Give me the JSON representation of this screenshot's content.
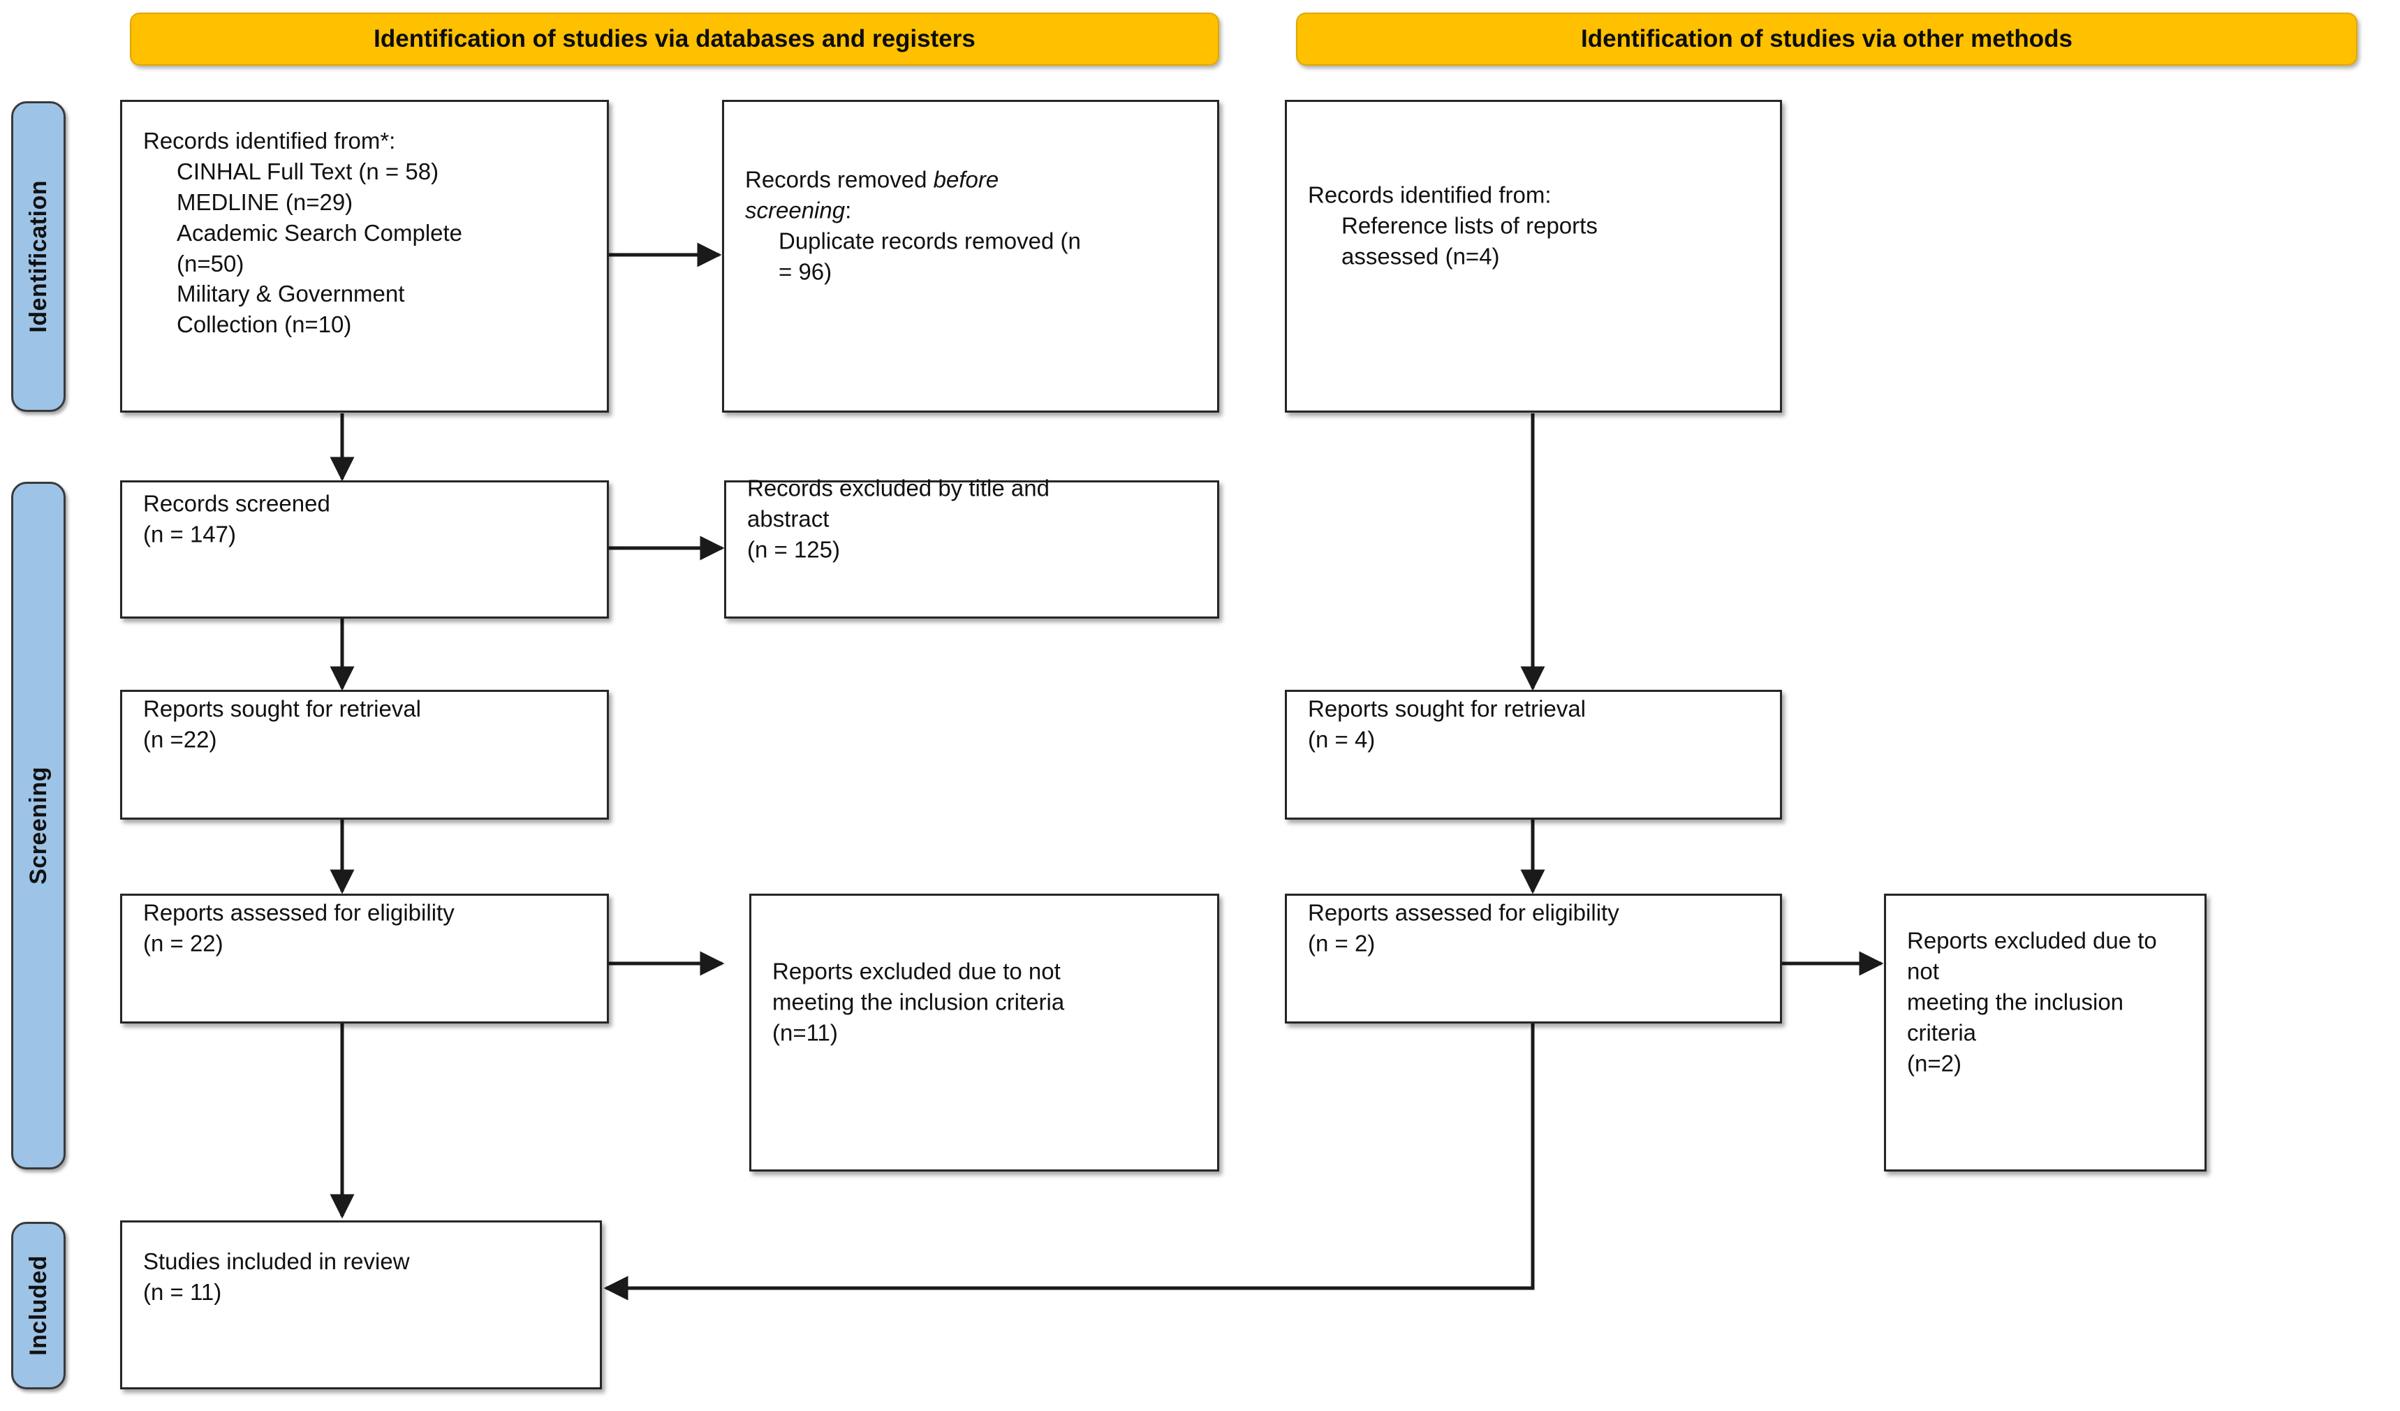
{
  "diagram": {
    "title": "PRISMA 2020 flow diagram",
    "colors": {
      "stage_fill": "#9DC3E6",
      "header_fill": "#FFC000",
      "box_border": "#262626",
      "text": "#111111"
    },
    "stages": [
      {
        "id": "identification",
        "label": "Identification"
      },
      {
        "id": "screening",
        "label": "Screening"
      },
      {
        "id": "included",
        "label": "Included"
      }
    ],
    "headers": [
      {
        "id": "databases",
        "label": "Identification of studies via databases and registers"
      },
      {
        "id": "other",
        "label": "Identification of studies via other methods"
      }
    ],
    "boxes": {
      "records_identified": {
        "lines": [
          {
            "text": "Records identified from*:",
            "indent": false,
            "italic": false
          },
          {
            "text": "CINHAL Full Text (n = 58)",
            "indent": true,
            "italic": false
          },
          {
            "text": "MEDLINE (n=29)",
            "indent": true,
            "italic": false
          },
          {
            "text": "Academic Search Complete",
            "indent": true,
            "italic": false
          },
          {
            "text": "(n=50)",
            "indent": true,
            "italic": false
          },
          {
            "text": "Military & Government",
            "indent": true,
            "italic": false
          },
          {
            "text": "Collection (n=10)",
            "indent": true,
            "italic": false
          }
        ]
      },
      "records_removed": {
        "line1_plain": "Records removed ",
        "line1_italic": "before",
        "line2_italic": "screening",
        "line2_plain": ":",
        "line3": "Duplicate records removed (n",
        "line4": "= 96)"
      },
      "records_screened": {
        "line1": "Records screened",
        "line2": "(n = 147)"
      },
      "records_excluded": {
        "line1": "Records excluded by title and",
        "line2": "abstract",
        "line3": "(n = 125)"
      },
      "reports_sought_left": {
        "line1": "Reports sought for retrieval",
        "line2": "(n =22)"
      },
      "reports_assessed_left": {
        "line1": "Reports assessed for eligibility",
        "line2": "(n = 22)"
      },
      "reports_excluded_left": {
        "line1": "Reports excluded due to not",
        "line2": "meeting the inclusion criteria",
        "line3": "(n=11)"
      },
      "studies_included": {
        "line1": "Studies included in review",
        "line2": "(n = 11)"
      },
      "records_identified_other": {
        "line1": "Records identified from:",
        "line2": "Reference lists of reports",
        "line3": "assessed (n=4)"
      },
      "reports_sought_right": {
        "line1": "Reports sought for retrieval",
        "line2": "(n = 4)"
      },
      "reports_assessed_right": {
        "line1": "Reports assessed for eligibility",
        "line2": "(n = 2)"
      },
      "reports_excluded_right": {
        "line1": "Reports excluded due to not",
        "line2": "meeting the inclusion criteria",
        "line3": "(n=2)"
      }
    },
    "chart_data": {
      "type": "diagram",
      "title": "PRISMA 2020 flow diagram for new systematic reviews",
      "nodes": [
        {
          "id": "records_identified",
          "stage": "Identification",
          "branch": "databases",
          "value_total": 147,
          "sources": [
            {
              "name": "CINHAL Full Text",
              "n": 58
            },
            {
              "name": "MEDLINE",
              "n": 29
            },
            {
              "name": "Academic Search Complete",
              "n": 50
            },
            {
              "name": "Military & Government Collection",
              "n": 10
            }
          ]
        },
        {
          "id": "records_removed",
          "stage": "Identification",
          "branch": "databases",
          "duplicates_removed": 96
        },
        {
          "id": "records_screened",
          "stage": "Screening",
          "branch": "databases",
          "n": 147
        },
        {
          "id": "records_excluded",
          "stage": "Screening",
          "branch": "databases",
          "n": 125
        },
        {
          "id": "reports_sought_left",
          "stage": "Screening",
          "branch": "databases",
          "n": 22
        },
        {
          "id": "reports_assessed_left",
          "stage": "Screening",
          "branch": "databases",
          "n": 22
        },
        {
          "id": "reports_excluded_left",
          "stage": "Screening",
          "branch": "databases",
          "n": 11
        },
        {
          "id": "records_identified_other",
          "stage": "Identification",
          "branch": "other",
          "n": 4
        },
        {
          "id": "reports_sought_right",
          "stage": "Screening",
          "branch": "other",
          "n": 4
        },
        {
          "id": "reports_assessed_right",
          "stage": "Screening",
          "branch": "other",
          "n": 2
        },
        {
          "id": "reports_excluded_right",
          "stage": "Screening",
          "branch": "other",
          "n": 2
        },
        {
          "id": "studies_included",
          "stage": "Included",
          "branch": "merged",
          "n": 11
        }
      ],
      "edges": [
        {
          "from": "records_identified",
          "to": "records_removed"
        },
        {
          "from": "records_identified",
          "to": "records_screened"
        },
        {
          "from": "records_screened",
          "to": "records_excluded"
        },
        {
          "from": "records_screened",
          "to": "reports_sought_left"
        },
        {
          "from": "reports_sought_left",
          "to": "reports_assessed_left"
        },
        {
          "from": "reports_assessed_left",
          "to": "reports_excluded_left"
        },
        {
          "from": "reports_assessed_left",
          "to": "studies_included"
        },
        {
          "from": "records_identified_other",
          "to": "reports_sought_right"
        },
        {
          "from": "reports_sought_right",
          "to": "reports_assessed_right"
        },
        {
          "from": "reports_assessed_right",
          "to": "reports_excluded_right"
        },
        {
          "from": "reports_assessed_right",
          "to": "studies_included"
        }
      ]
    }
  }
}
